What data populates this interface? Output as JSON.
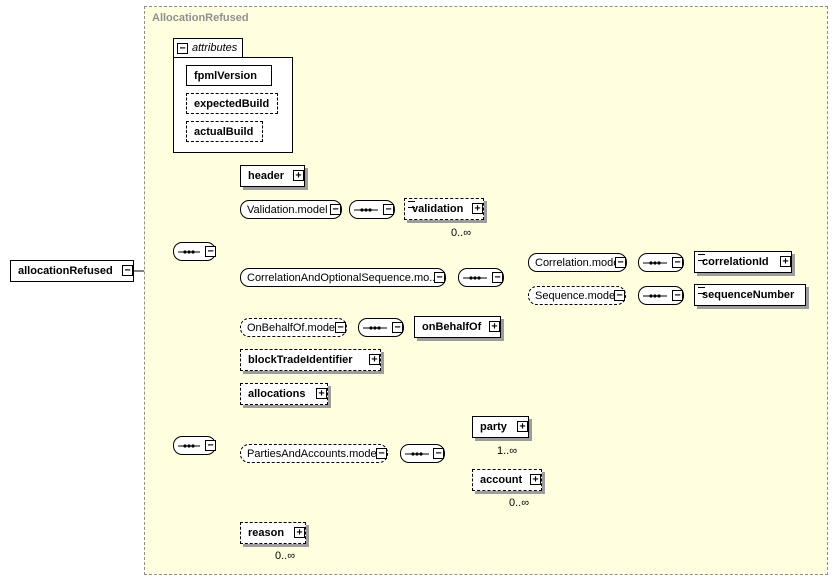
{
  "type_name": "AllocationRefused",
  "attributes_title": "attributes",
  "attributes": [
    "fpmlVersion",
    "expectedBuild",
    "actualBuild"
  ],
  "root": "allocationRefused",
  "elements": {
    "header": "header",
    "validation": "validation",
    "correlationId": "correlationId",
    "sequenceNumber": "sequenceNumber",
    "onBehalfOf": "onBehalfOf",
    "blockTradeIdentifier": "blockTradeIdentifier",
    "allocations": "allocations",
    "party": "party",
    "account": "account",
    "reason": "reason"
  },
  "groups": {
    "validation_model": "Validation.model",
    "correlation_optional_sequence": "CorrelationAndOptionalSequence.mo...",
    "correlation_model": "Correlation.model",
    "sequence_model": "Sequence.model",
    "on_behalf_of_model": "OnBehalfOf.model",
    "parties_and_accounts_model": "PartiesAndAccounts.model"
  },
  "multiplicity": {
    "validation": "0..∞",
    "party": "1..∞",
    "account": "0..∞",
    "reason": "0..∞"
  },
  "symbols": {
    "expand": "+",
    "collapse": "−"
  }
}
